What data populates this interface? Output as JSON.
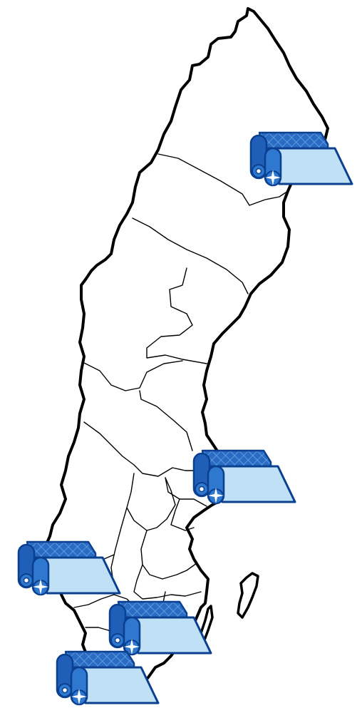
{
  "map": {
    "colors": {
      "background": "#ffffff",
      "outline": "#000000",
      "marker_roll_dark": "#1f5fb8",
      "marker_roll_mid": "#2f78d0",
      "marker_sheet_light": "#bfe0f5",
      "marker_stroke": "#0b3f8f"
    },
    "markers": [
      {
        "icon": "fabric-roll-icon",
        "region": "north"
      },
      {
        "icon": "fabric-roll-icon",
        "region": "east-central"
      },
      {
        "icon": "fabric-roll-icon",
        "region": "west-coast"
      },
      {
        "icon": "fabric-roll-icon",
        "region": "south-east"
      },
      {
        "icon": "fabric-roll-icon",
        "region": "south"
      }
    ]
  }
}
